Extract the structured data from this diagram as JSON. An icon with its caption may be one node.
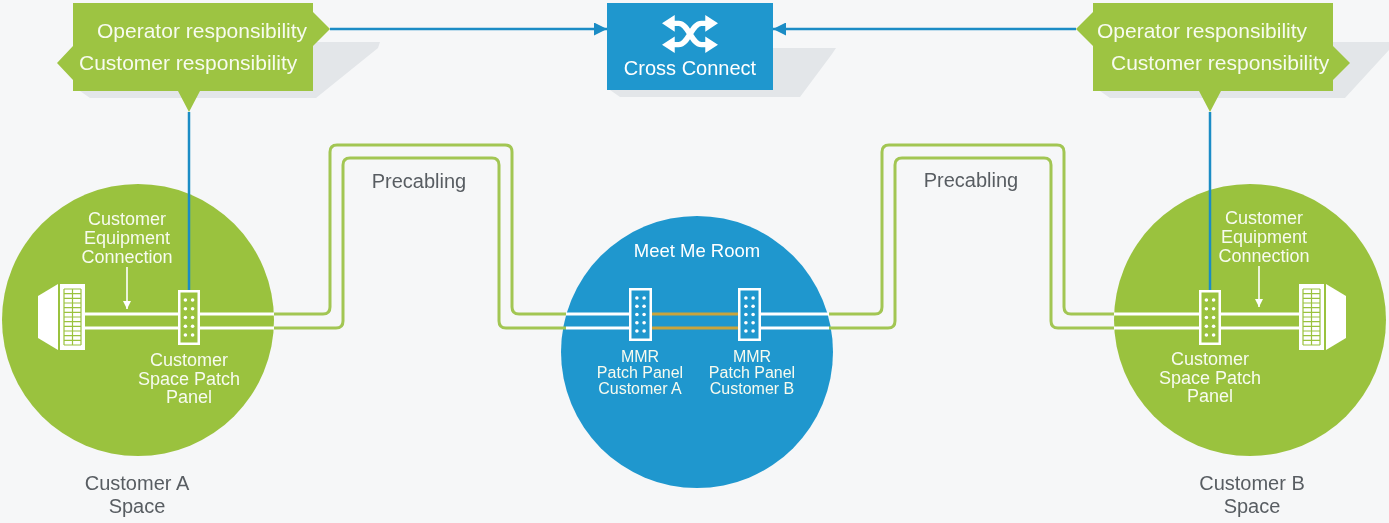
{
  "diagram": {
    "nodes": [
      {
        "text": [
          "Operator responsibility",
          "Customer responsibility"
        ]
      },
      {
        "text": [
          "Cross Connect"
        ]
      },
      {
        "text": [
          "Operator responsibility",
          "Customer responsibility"
        ]
      },
      {
        "text": [],
        "shape": "circle",
        "beside": [
          "Customer A Space"
        ]
      },
      {
        "text": [
          "Customer Equipment Connection"
        ],
        "in": 3
      },
      {
        "text": [],
        "shape": "picture",
        "in": 3
      },
      {
        "text": [],
        "shape": "box",
        "in": 3,
        "beside": [
          "Customer Space Patch Panel"
        ]
      },
      {
        "text": [
          "Meet Me Room"
        ]
      },
      {
        "text": [],
        "shape": "box",
        "in": 7,
        "beside": [
          "MMR Patch Panel Customer A"
        ]
      },
      {
        "text": [],
        "shape": "box",
        "in": 7,
        "beside": [
          "MMR Patch Panel Customer B"
        ]
      },
      {
        "text": [],
        "shape": "circle",
        "beside": [
          "Customer B Space"
        ]
      },
      {
        "text": [
          "Customer Equipment Connection"
        ],
        "in": 10
      },
      {
        "text": [],
        "shape": "box",
        "in": 10,
        "beside": [
          "Customer Space Patch Panel"
        ]
      },
      {
        "text": [],
        "shape": "picture",
        "in": 10
      }
    ],
    "edges": [
      {
        "from": 0,
        "to": 1,
        "arrow": "to"
      },
      {
        "from": 2,
        "to": 1,
        "arrow": "to"
      },
      {
        "from": 0,
        "to": 6,
        "arrow": "none"
      },
      {
        "from": 2,
        "to": 12,
        "arrow": "none"
      },
      {
        "from": 5,
        "to": 6,
        "arrow": "none",
        "color": "#ffffff"
      },
      {
        "from": 6,
        "to": 8,
        "arrow": "none",
        "label": "Precabling",
        "color": "#a2c653"
      },
      {
        "from": 8,
        "to": 9,
        "arrow": "none",
        "color": "#c9a43c"
      },
      {
        "from": 9,
        "to": 12,
        "arrow": "none",
        "label": "Precabling",
        "color": "#a2c653"
      },
      {
        "from": 12,
        "to": 13,
        "arrow": "none",
        "color": "#ffffff"
      },
      {
        "from": 4,
        "to": null,
        "arrow": "to",
        "color": "#ffffff"
      },
      {
        "from": 11,
        "to": null,
        "arrow": "to",
        "color": "#ffffff"
      }
    ]
  }
}
